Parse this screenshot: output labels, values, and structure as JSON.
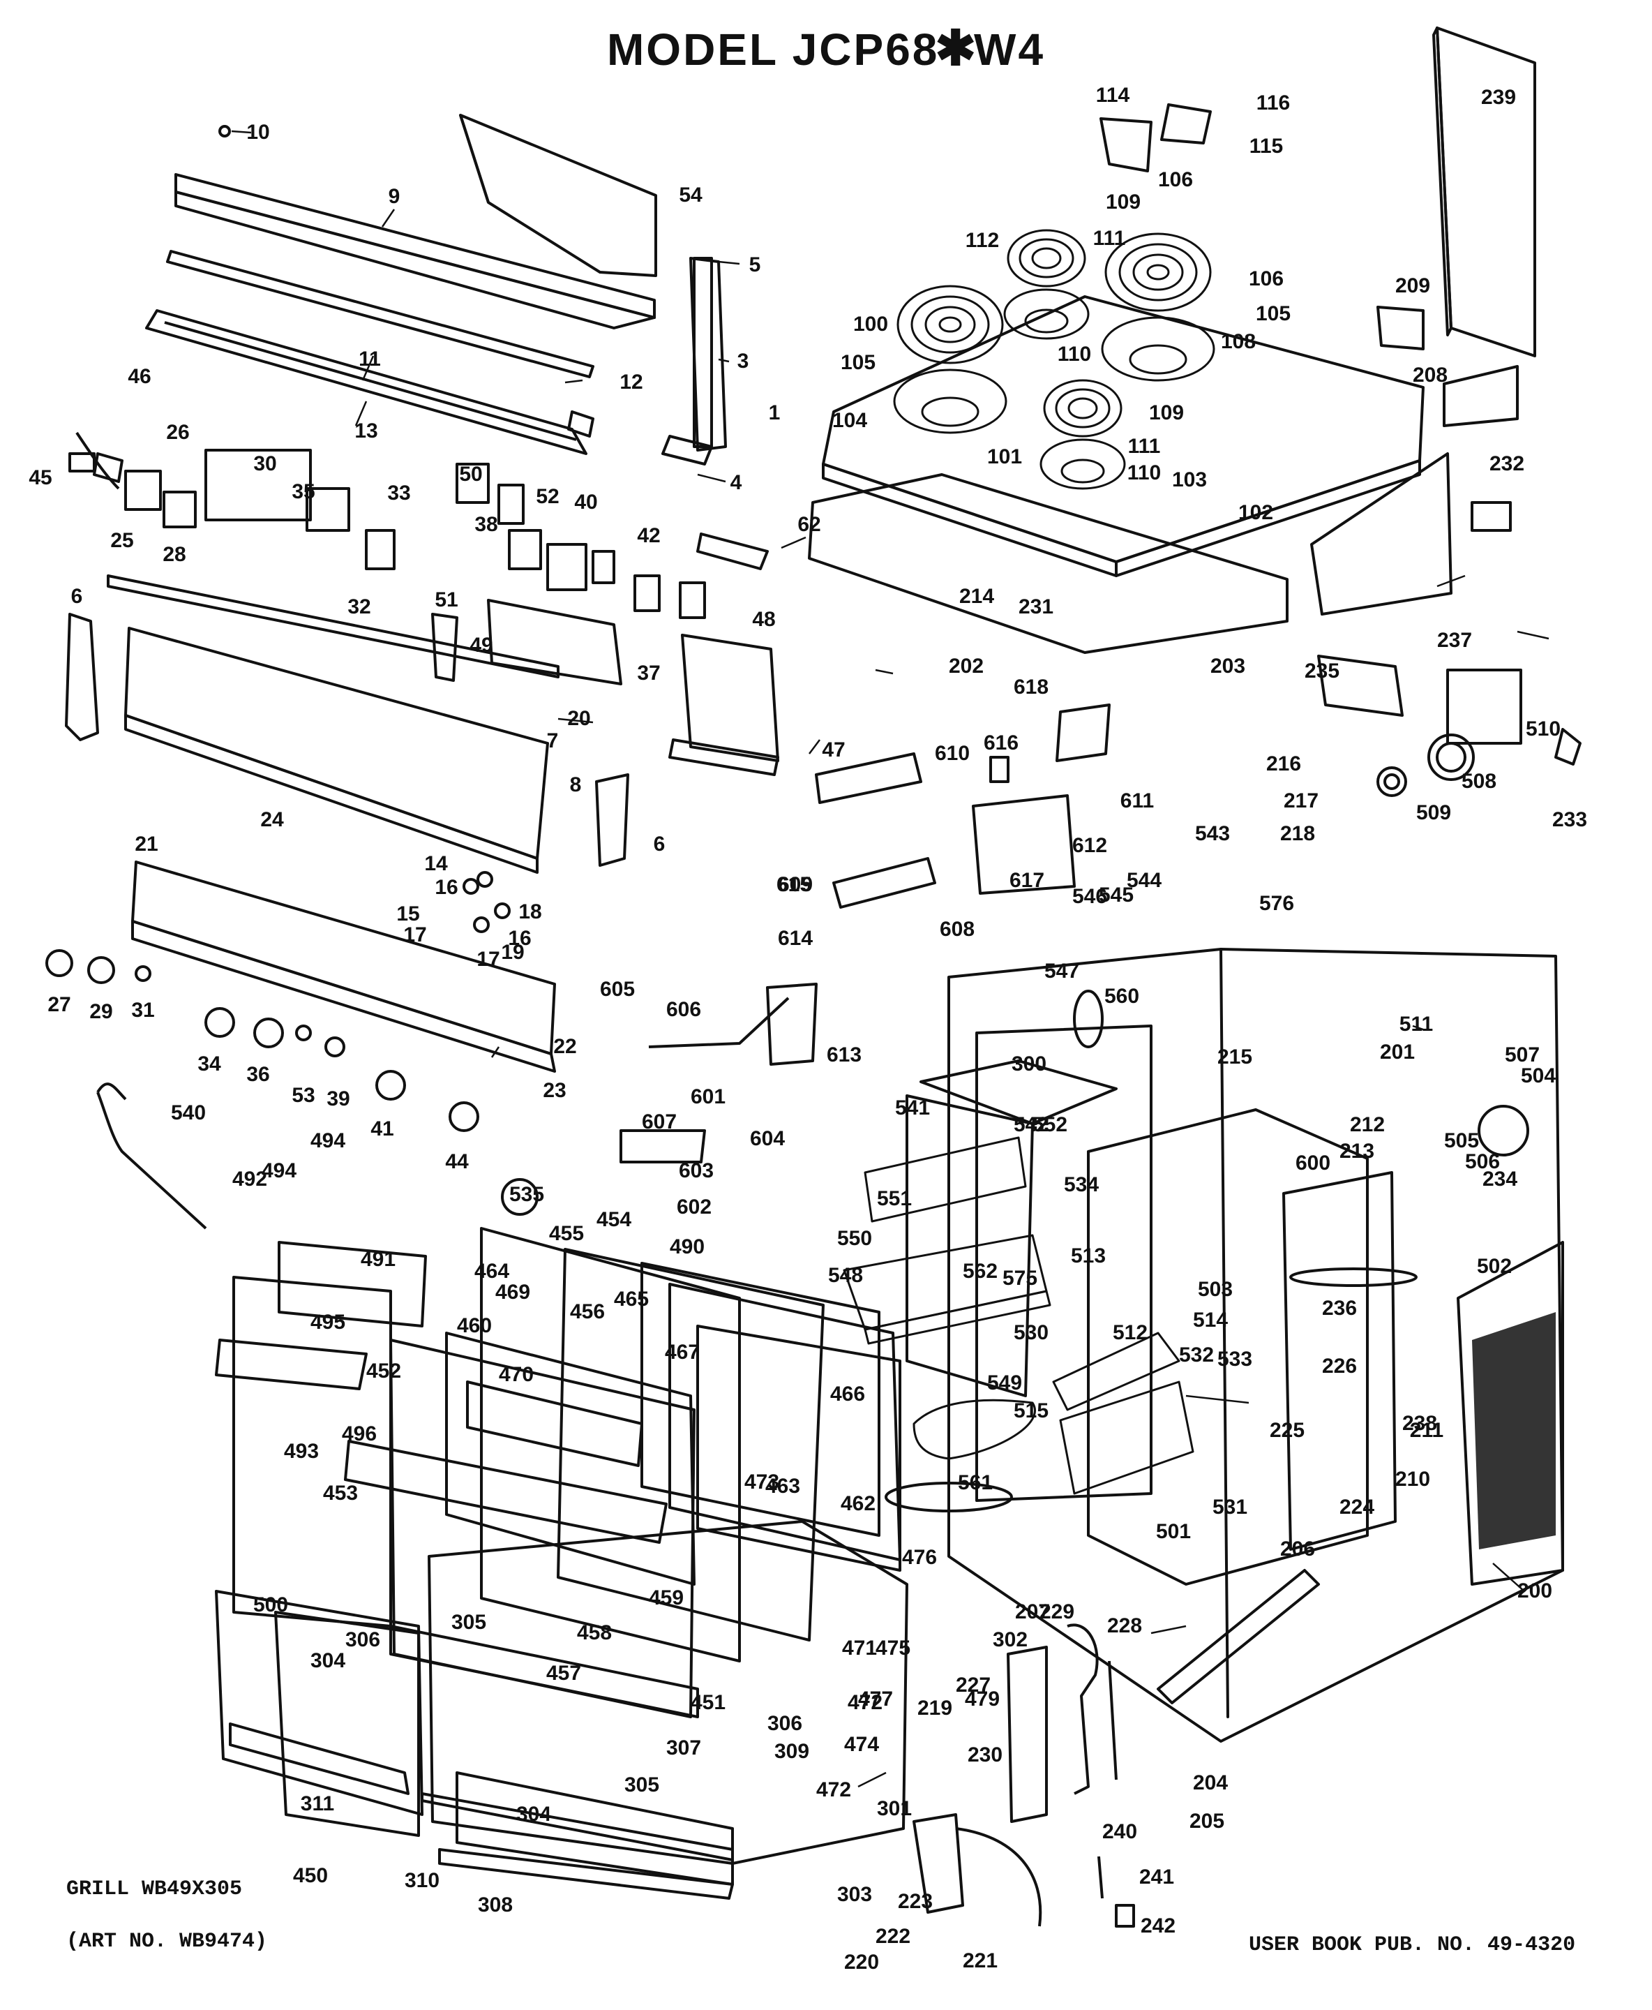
{
  "title": {
    "prefix": "MODEL JCP68",
    "star": "✱",
    "suffix": "W4"
  },
  "footer": {
    "grill": "GRILL WB49X305",
    "art": "(ART NO. WB9474)",
    "user_book": "USER BOOK PUB. NO. 49-4320"
  },
  "parts": [
    "1",
    "3",
    "4",
    "5",
    "6",
    "6",
    "7",
    "8",
    "9",
    "10",
    "11",
    "12",
    "13",
    "14",
    "15",
    "16",
    "16",
    "17",
    "17",
    "18",
    "19",
    "20",
    "21",
    "22",
    "23",
    "24",
    "25",
    "26",
    "27",
    "28",
    "29",
    "30",
    "31",
    "32",
    "33",
    "34",
    "35",
    "36",
    "37",
    "38",
    "39",
    "40",
    "41",
    "42",
    "44",
    "45",
    "46",
    "47",
    "48",
    "49",
    "50",
    "51",
    "52",
    "53",
    "54",
    "62",
    "100",
    "101",
    "102",
    "103",
    "104",
    "105",
    "105",
    "106",
    "106",
    "108",
    "109",
    "109",
    "110",
    "110",
    "111",
    "111",
    "112",
    "114",
    "115",
    "116",
    "200",
    "201",
    "202",
    "203",
    "204",
    "205",
    "206",
    "207",
    "208",
    "209",
    "210",
    "211",
    "212",
    "213",
    "214",
    "215",
    "216",
    "217",
    "218",
    "219",
    "220",
    "221",
    "222",
    "223",
    "224",
    "225",
    "226",
    "227",
    "228",
    "229",
    "230",
    "231",
    "232",
    "233",
    "234",
    "235",
    "236",
    "237",
    "238",
    "239",
    "240",
    "241",
    "242",
    "300",
    "301",
    "302",
    "303",
    "304",
    "304",
    "305",
    "305",
    "306",
    "306",
    "307",
    "308",
    "309",
    "310",
    "311",
    "450",
    "451",
    "452",
    "453",
    "454",
    "455",
    "456",
    "457",
    "458",
    "459",
    "460",
    "462",
    "463",
    "464",
    "465",
    "466",
    "467",
    "469",
    "470",
    "471",
    "472",
    "472",
    "473",
    "474",
    "475",
    "476",
    "477",
    "479",
    "490",
    "491",
    "492",
    "493",
    "494",
    "494",
    "495",
    "496",
    "500",
    "501",
    "502",
    "503",
    "504",
    "505",
    "506",
    "507",
    "508",
    "509",
    "510",
    "511",
    "512",
    "513",
    "514",
    "515",
    "530",
    "531",
    "532",
    "533",
    "534",
    "535",
    "540",
    "541",
    "542",
    "543",
    "544",
    "545",
    "546",
    "547",
    "548",
    "549",
    "550",
    "551",
    "552",
    "560",
    "561",
    "562",
    "575",
    "576",
    "600",
    "601",
    "602",
    "603",
    "604",
    "605",
    "606",
    "607",
    "608",
    "609",
    "610",
    "611",
    "612",
    "613",
    "614",
    "615",
    "616",
    "617",
    "618"
  ]
}
